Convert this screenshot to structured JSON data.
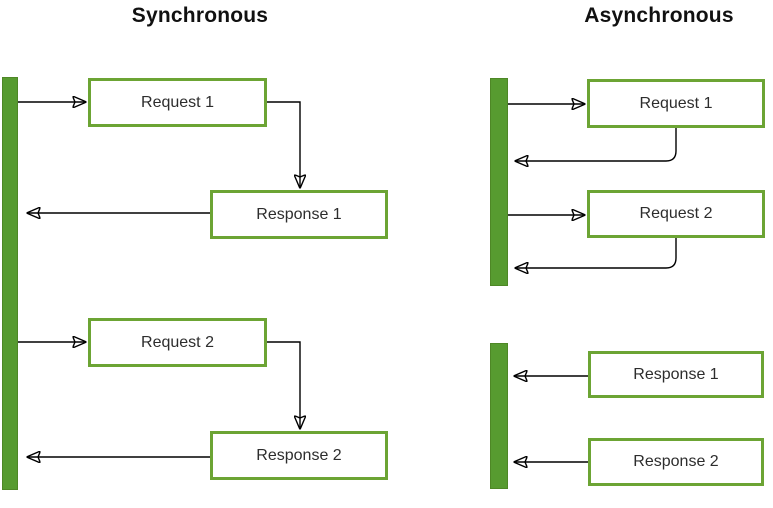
{
  "diagram_colors": {
    "background": "#ffffff",
    "lifeline_green": "#579b30",
    "lifeline_border": "#4e8726",
    "box_border_green": "#6ca434",
    "box_fill": "#ffffff",
    "arrow_black": "#000000",
    "title_color": "#111111",
    "label_color": "#2d2d2d"
  },
  "synchronous": {
    "title": "Synchronous",
    "nodes": [
      {
        "label": "Request 1"
      },
      {
        "label": "Response 1"
      },
      {
        "label": "Request 2"
      },
      {
        "label": "Response 2"
      }
    ]
  },
  "asynchronous": {
    "title": "Asynchronous",
    "nodes": [
      {
        "label": "Request 1"
      },
      {
        "label": "Request 2"
      },
      {
        "label": "Response 1"
      },
      {
        "label": "Response 2"
      }
    ]
  }
}
